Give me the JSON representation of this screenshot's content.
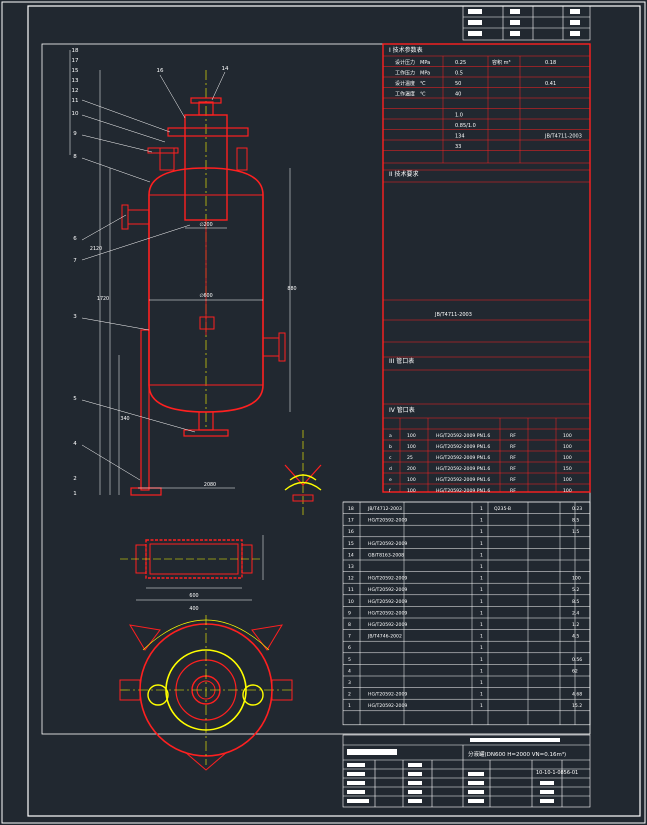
{
  "stamp_block": {
    "rows": [
      [
        "",
        "",
        ""
      ],
      [
        "",
        "",
        ""
      ],
      [
        "",
        "",
        ""
      ]
    ]
  },
  "spec": {
    "section1_title": "I 技术参数表",
    "rows": [
      {
        "k": "设计压力",
        "u": "MPa",
        "v": "0.25",
        "k2": "容积 m³",
        "v2": "0.18"
      },
      {
        "k": "工作压力",
        "u": "MPa",
        "v": "0.5",
        "k2": "",
        "v2": ""
      },
      {
        "k": "设计温度",
        "u": "℃",
        "v": "50",
        "k2": "",
        "v2": "0.41"
      },
      {
        "k": "工作温度",
        "u": "℃",
        "v": "40",
        "k2": "",
        "v2": ""
      },
      {
        "k": "",
        "u": "",
        "v": "",
        "k2": "",
        "v2": ""
      },
      {
        "k": "",
        "u": "",
        "v": "1.0",
        "k2": "",
        "v2": ""
      },
      {
        "k": "",
        "u": "",
        "v": "0.85/1.0",
        "k2": "",
        "v2": ""
      },
      {
        "k": "",
        "u": "",
        "v": "134",
        "k2": "",
        "v2": "JB/T4711-2003"
      },
      {
        "k": "",
        "u": "",
        "v": "33",
        "k2": "",
        "v2": ""
      },
      {
        "k": "",
        "u": "",
        "v": "",
        "k2": "",
        "v2": ""
      }
    ],
    "section2_title": "II 技术要求",
    "section3_title": "III 管口表",
    "std_line": "JB/T4711-2003",
    "nozzle_rows": [
      [
        "a",
        "100",
        "HG/T20592-2009 PN1.6",
        "RF",
        "",
        "100"
      ],
      [
        "b",
        "100",
        "HG/T20592-2009 PN1.6",
        "RF",
        "",
        "100"
      ],
      [
        "c",
        "25",
        "HG/T20592-2009 PN1.6",
        "RF",
        "",
        "100"
      ],
      [
        "d",
        "200",
        "HG/T20592-2009 PN1.6",
        "RF",
        "",
        "150"
      ],
      [
        "e",
        "100",
        "HG/T20592-2009 PN1.6",
        "RF",
        "",
        "100"
      ],
      [
        "f",
        "100",
        "HG/T20592-2009 PN1.6",
        "RF",
        "",
        "100"
      ]
    ],
    "section4_title": "IV 管口表"
  },
  "bom": {
    "rows": [
      [
        "18",
        "JB/T4712-2003",
        "",
        "1",
        "Q235-B",
        "",
        "0.23"
      ],
      [
        "17",
        "HG/T20592-2009",
        "",
        "1",
        "",
        "",
        "8.5"
      ],
      [
        "16",
        "",
        "",
        "1",
        "",
        "",
        "1.5"
      ],
      [
        "15",
        "HG/T20592-2009",
        "",
        "1",
        "",
        "",
        ""
      ],
      [
        "14",
        "GB/T8163-2008",
        "",
        "1",
        "",
        "",
        ""
      ],
      [
        "13",
        "",
        "",
        "1",
        "",
        "",
        ""
      ],
      [
        "12",
        "HG/T20592-2009",
        "",
        "1",
        "",
        "",
        "100"
      ],
      [
        "11",
        "HG/T20592-2009",
        "",
        "1",
        "",
        "",
        "5.2"
      ],
      [
        "10",
        "HG/T20592-2009",
        "",
        "1",
        "",
        "",
        "8.5"
      ],
      [
        "9",
        "HG/T20592-2009",
        "",
        "1",
        "",
        "",
        "2.4"
      ],
      [
        "8",
        "HG/T20592-2009",
        "",
        "1",
        "",
        "",
        "1.2"
      ],
      [
        "7",
        "JB/T4746-2002",
        "",
        "1",
        "",
        "",
        "4.5"
      ],
      [
        "6",
        "",
        "",
        "1",
        "",
        "",
        ""
      ],
      [
        "5",
        "",
        "",
        "1",
        "",
        "",
        "0.56"
      ],
      [
        "4",
        "",
        "",
        "1",
        "",
        "",
        "62"
      ],
      [
        "3",
        "",
        "",
        "1",
        "",
        "",
        ""
      ],
      [
        "2",
        "HG/T20592-2009",
        "",
        "1",
        "",
        "",
        "4.68"
      ],
      [
        "1",
        "HG/T20592-2009",
        "",
        "1",
        "",
        "",
        "15.2"
      ]
    ]
  },
  "title_block": {
    "drawing_title": "分液罐(DN600 H=2000 VN=0.16m³)",
    "drawing_no": "10-10-1-0856-01",
    "sheet": ""
  },
  "drawing": {
    "balloons": [
      "18",
      "17",
      "15",
      "13",
      "12",
      "11",
      "10",
      "9",
      "8",
      "6",
      "7",
      "3",
      "5",
      "4",
      "2",
      "1",
      "16",
      "14"
    ],
    "dims": [
      "∅600",
      "∅200",
      "1720",
      "2120",
      "880",
      "340",
      "2080",
      "600",
      "400"
    ]
  }
}
